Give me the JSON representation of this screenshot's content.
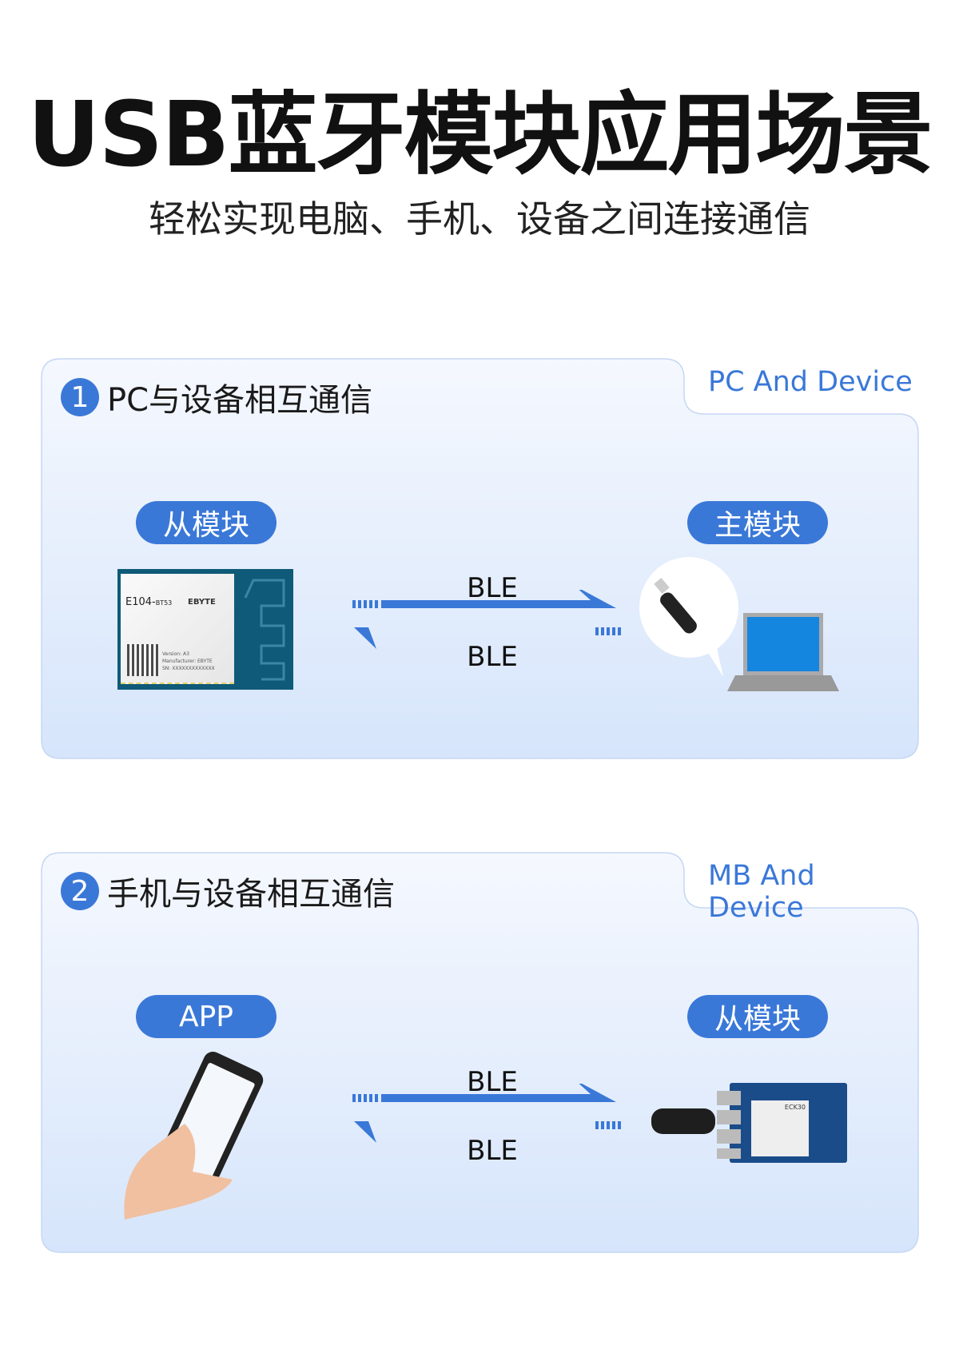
{
  "header": {
    "title": "USB蓝牙模块应用场景",
    "subtitle": "轻松实现电脑、手机、设备之间连接通信"
  },
  "colors": {
    "accent": "#3a78d8",
    "card_bg": "#dce8fb",
    "module_pcb": "#0e5a78"
  },
  "sections": [
    {
      "number": "1",
      "title": "PC与设备相互通信",
      "tab": "PC And Device",
      "left_label": "从模块",
      "right_label": "主模块",
      "arrow_top": "BLE",
      "arrow_bottom": "BLE",
      "module": {
        "model": "E104-",
        "model_suffix": "BT53",
        "brand": "EBYTE",
        "version": "Version: A3",
        "manufacturer": "Manufacturer: EBYTE",
        "sn": "SN: XXXXXXXXXXXXX"
      }
    },
    {
      "number": "2",
      "title": "手机与设备相互通信",
      "tab": "MB And Device",
      "left_label": "APP",
      "right_label": "从模块",
      "arrow_top": "BLE",
      "arrow_bottom": "BLE",
      "board_label": "ECK30"
    }
  ]
}
